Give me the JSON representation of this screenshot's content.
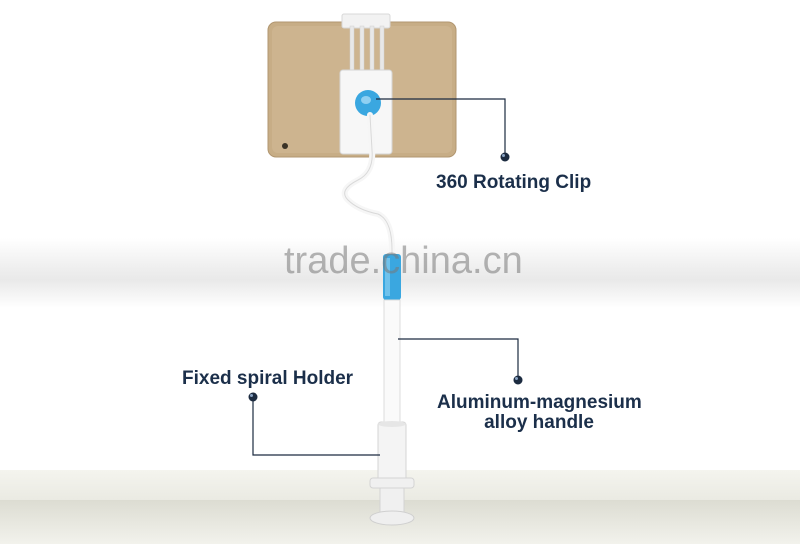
{
  "watermark": "trade.china.cn",
  "labels": {
    "rotating_clip": "360 Rotating Clip",
    "fixed_holder": "Fixed spiral Holder",
    "handle_line1": "Aluminum-magnesium",
    "handle_line2": "alloy handle"
  },
  "colors": {
    "label_text": "#1b2f4a",
    "callout_line": "#1c2b40",
    "accent_blue": "#3aa7e0",
    "tablet_gold": "#c7ad86"
  }
}
